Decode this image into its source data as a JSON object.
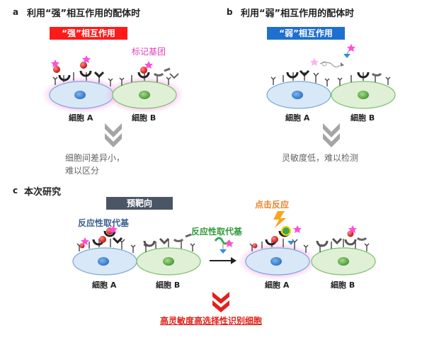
{
  "panel_a": {
    "letter": "a",
    "title": "利用“强”相互作用的配体时",
    "banner": "“强”相互作用",
    "tag_label": "标记基团",
    "cell_a": "細胞 A",
    "cell_b": "細胞 B",
    "result": "细胞间差异小，\n难以区分"
  },
  "panel_b": {
    "letter": "b",
    "title": "利用“弱”相互作用的配体时",
    "banner": "“弱”相互作用",
    "cell_a": "細胞 A",
    "cell_b": "細胞 B",
    "result": "灵敏度低，难以检测"
  },
  "panel_c": {
    "letter": "c",
    "title": "本次研究",
    "banner": "预靶向",
    "reactive_label_left": "反应性取代基",
    "reactive_label_mid": "反应性取代基",
    "click_label": "点击反应",
    "cell_a_left": "細胞 A",
    "cell_b_left": "細胞 B",
    "cell_a_right": "細胞 A",
    "cell_b_right": "細胞 B",
    "conclusion": "高灵敏度高选择性识别细胞"
  },
  "colors": {
    "banner_strong": "#ff1a1a",
    "banner_weak": "#1f6fd1",
    "banner_pretarget": "#4a5566",
    "cell_blue": "#d9e8f7",
    "cell_green": "#dff0d6",
    "glow_pink": "#ff9ee6",
    "arrow_gray": "#9a9a9a",
    "arrow_red": "#e0221b"
  },
  "icons": [
    "gray-chevron-arrow",
    "red-chevron-arrow",
    "black-right-arrow",
    "lightning-icon",
    "star-tag-icon"
  ]
}
